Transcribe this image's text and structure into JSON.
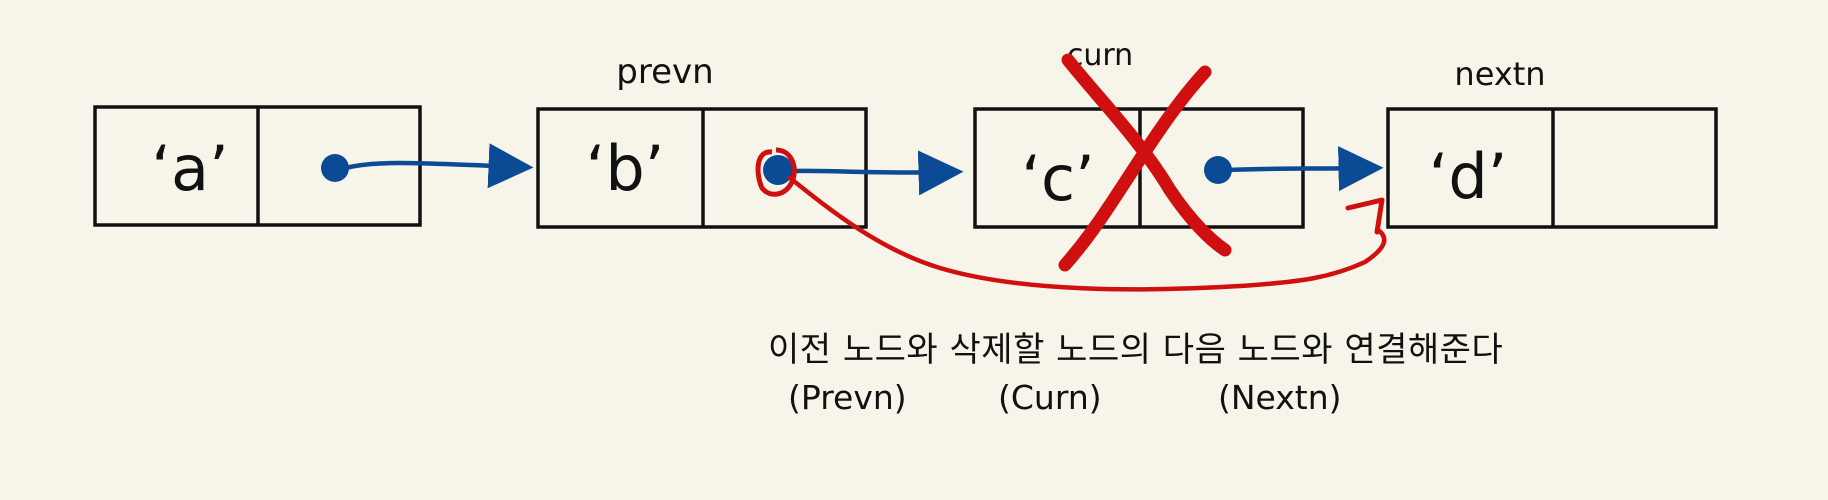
{
  "labels": {
    "prev": "prevn",
    "curr": "curn",
    "next": "nextn"
  },
  "nodes": [
    {
      "value": "‘a’"
    },
    {
      "value": "‘b’"
    },
    {
      "value": "‘c’"
    },
    {
      "value": "‘d’"
    }
  ],
  "caption": {
    "sentence": "이전 노드와 삭제할 노드의 다음 노드와 연결해준다",
    "prev": "(Prevn)",
    "curr": "(Curn)",
    "next": "(Nextn)"
  },
  "colors": {
    "background": "#f7f5e9",
    "pointer_arrow": "#0b4a95",
    "delete_mark": "#d01010",
    "outline": "#111111"
  }
}
